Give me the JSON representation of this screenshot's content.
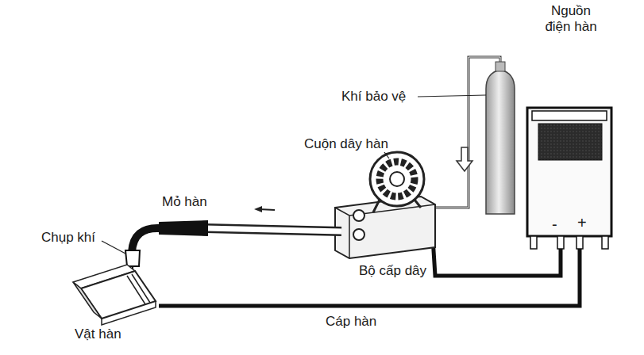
{
  "diagram": {
    "labels": [
      "Nguồn điện hàn",
      "Khí bảo vệ",
      "Cuộn dây hàn",
      "Mỏ hàn",
      "Chụp khí",
      "Bộ cấp dây",
      "-",
      "+",
      "Vật hàn",
      "Cáp hàn"
    ]
  }
}
